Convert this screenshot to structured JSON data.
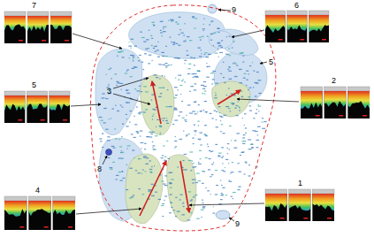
{
  "diagram": {
    "labels": [
      "7",
      "6",
      "5",
      "3",
      "2",
      "5",
      "8",
      "4",
      "1",
      "9",
      "9"
    ]
  }
}
